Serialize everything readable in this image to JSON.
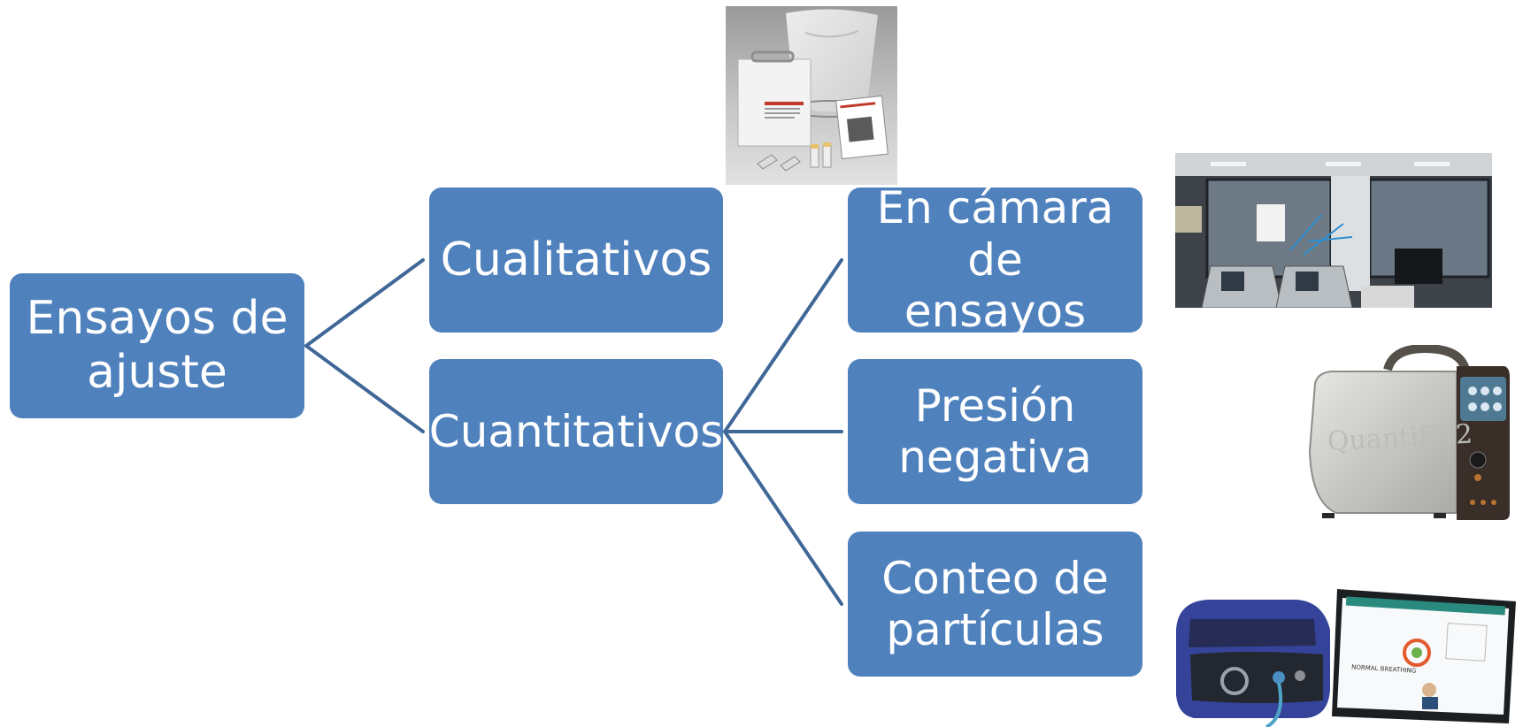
{
  "diagram": {
    "root": {
      "label": "Ensayos de\najuste"
    },
    "level1": [
      {
        "label": "Cualitativos"
      },
      {
        "label": "Cuantitativos"
      }
    ],
    "level2": [
      {
        "label": "En cámara de\nensayos"
      },
      {
        "label": "Presión\nnegativa"
      },
      {
        "label": "Conteo de\npartículas"
      }
    ],
    "connector_color": "#3f6797",
    "box_color": "#4f81bd"
  },
  "photos": {
    "quantifit_brand": "QuantiFit2",
    "tablet_screen_caption": "NORMAL BREATHING"
  }
}
